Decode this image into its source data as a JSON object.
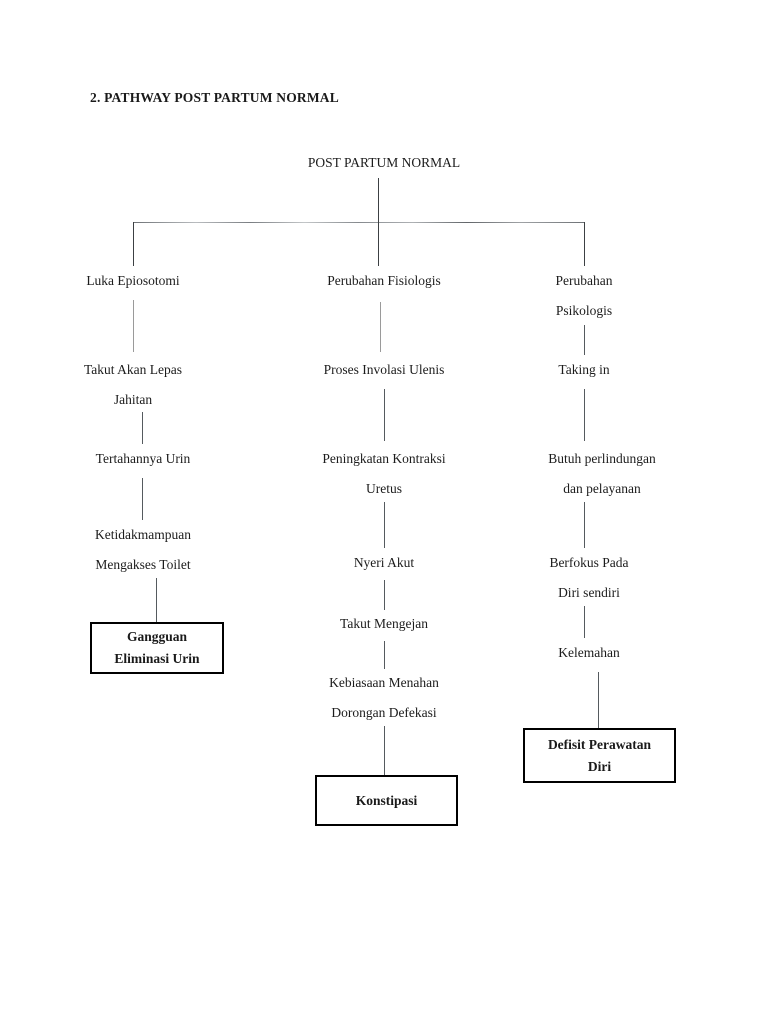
{
  "document": {
    "title": "2. PATHWAY POST PARTUM NORMAL",
    "root": "POST PARTUM NORMAL"
  },
  "diagram": {
    "type": "flowchart",
    "branches": [
      {
        "id": "left",
        "head": {
          "lines": [
            "Luka Epiosotomi"
          ]
        },
        "nodes": [
          {
            "lines": [
              "Takut Akan Lepas",
              "Jahitan"
            ]
          },
          {
            "lines": [
              "Tertahannya Urin"
            ]
          },
          {
            "lines": [
              "Ketidakmampuan",
              "Mengakses Toilet"
            ]
          }
        ],
        "outcome": {
          "lines": [
            "Gangguan",
            "Eliminasi Urin"
          ],
          "boxed": true
        }
      },
      {
        "id": "middle",
        "head": {
          "lines": [
            "Perubahan Fisiologis"
          ]
        },
        "nodes": [
          {
            "lines": [
              "Proses Involasi Ulenis"
            ]
          },
          {
            "lines": [
              "Peningkatan Kontraksi",
              "Uretus"
            ]
          },
          {
            "lines": [
              "Nyeri Akut"
            ]
          },
          {
            "lines": [
              "Takut Mengejan"
            ]
          },
          {
            "lines": [
              "Kebiasaan Menahan",
              "Dorongan Defekasi"
            ]
          }
        ],
        "outcome": {
          "lines": [
            "Konstipasi"
          ],
          "boxed": true
        }
      },
      {
        "id": "right",
        "head": {
          "lines": [
            "Perubahan",
            "Psikologis"
          ]
        },
        "nodes": [
          {
            "lines": [
              "Taking in"
            ]
          },
          {
            "lines": [
              "Butuh perlindungan",
              "dan pelayanan"
            ]
          },
          {
            "lines": [
              "Berfokus Pada",
              "Diri sendiri"
            ]
          },
          {
            "lines": [
              "Kelemahan"
            ]
          }
        ],
        "outcome": {
          "lines": [
            "Defisit Perawatan",
            "Diri"
          ],
          "boxed": true
        }
      }
    ]
  },
  "nodes": {
    "root": "POST PARTUM NORMAL",
    "l_head": "Luka Epiosotomi",
    "l1a": "Takut Akan Lepas",
    "l1b": "Jahitan",
    "l2": "Tertahannya Urin",
    "l3a": "Ketidakmampuan",
    "l3b": "Mengakses Toilet",
    "l_out_a": "Gangguan",
    "l_out_b": "Eliminasi Urin",
    "m_head": "Perubahan Fisiologis",
    "m1": "Proses Involasi Ulenis",
    "m2a": "Peningkatan Kontraksi",
    "m2b": "Uretus",
    "m3": "Nyeri Akut",
    "m4": "Takut Mengejan",
    "m5a": "Kebiasaan Menahan",
    "m5b": "Dorongan Defekasi",
    "m_out": "Konstipasi",
    "r_head_a": "Perubahan",
    "r_head_b": "Psikologis",
    "r1": "Taking in",
    "r2a": "Butuh perlindungan",
    "r2b": "dan pelayanan",
    "r3a": "Berfokus Pada",
    "r3b": "Diri sendiri",
    "r4": "Kelemahan",
    "r_out_a": "Defisit Perawatan",
    "r_out_b": "Diri"
  },
  "colors": {
    "page_background": "#ffffff",
    "text": "#1a1a1a",
    "connector": "#6b7075",
    "box_border": "#000000"
  }
}
